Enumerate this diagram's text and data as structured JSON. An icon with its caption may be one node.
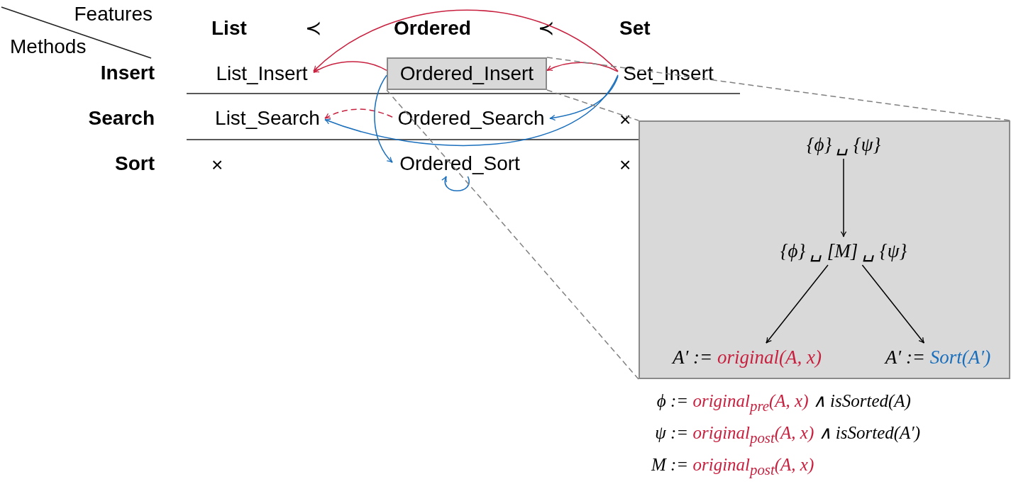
{
  "diagram": {
    "nodes": [
      {
        "text": [
          "List_Insert"
        ]
      },
      {
        "text": [
          "Ordered_Insert"
        ]
      },
      {
        "text": [
          "Set_Insert"
        ]
      },
      {
        "text": [
          "List_Search"
        ]
      },
      {
        "text": [
          "Ordered_Search"
        ]
      },
      {
        "text": [
          "Ordered_Sort"
        ]
      },
      {
        "text": [],
        "shape": "box"
      },
      {
        "text": [
          "{ϕ} ␣ {ψ}"
        ],
        "in": 6
      },
      {
        "text": [
          "{ϕ} ␣ [M] ␣ {ψ}"
        ],
        "in": 6
      },
      {
        "text": [
          "A′ := original(A, x)"
        ],
        "in": 6
      },
      {
        "text": [
          "A′ := Sort(A′)"
        ],
        "in": 6
      }
    ],
    "edges": [
      {
        "from": 2,
        "to": 0,
        "arrow": "to",
        "color": "#c8203f"
      },
      {
        "from": 1,
        "to": 0,
        "arrow": "to",
        "color": "#c8203f"
      },
      {
        "from": 2,
        "to": 1,
        "arrow": "to",
        "color": "#c8203f"
      },
      {
        "from": 4,
        "to": 3,
        "arrow": "to",
        "style": "dashed",
        "color": "#c8203f"
      },
      {
        "from": 2,
        "to": 3,
        "arrow": "to",
        "color": "#1a6fbd"
      },
      {
        "from": 2,
        "to": 4,
        "arrow": "to",
        "color": "#1a6fbd"
      },
      {
        "from": 1,
        "to": 5,
        "arrow": "to",
        "color": "#1a6fbd"
      },
      {
        "from": 5,
        "to": 5,
        "arrow": "to",
        "color": "#1a6fbd"
      },
      {
        "from": 7,
        "to": 8,
        "arrow": "to",
        "color": "#000000"
      },
      {
        "from": 8,
        "to": 9,
        "arrow": "to",
        "color": "#000000"
      },
      {
        "from": 8,
        "to": 10,
        "arrow": "to",
        "color": "#000000"
      },
      {
        "from": 1,
        "to": 6,
        "arrow": "none",
        "style": "dashed",
        "color": "#808080"
      },
      {
        "from": 1,
        "to": 6,
        "arrow": "none",
        "style": "dashed",
        "color": "#808080"
      },
      {
        "from": 1,
        "to": 6,
        "arrow": "none",
        "style": "dashed",
        "color": "#808080"
      }
    ],
    "labels": [
      "Features",
      "List",
      "≺",
      "Ordered",
      "≺",
      "Set",
      "Methods",
      "Insert",
      "Search",
      "×",
      "Sort",
      "×",
      "×",
      "ϕ := original$_{pre}$(A, x) ∧ isSorted(A)",
      "ψ := original$_{post}$(A, x) ∧ isSorted(A′)",
      "M := original$_{post}$(A, x)"
    ]
  }
}
